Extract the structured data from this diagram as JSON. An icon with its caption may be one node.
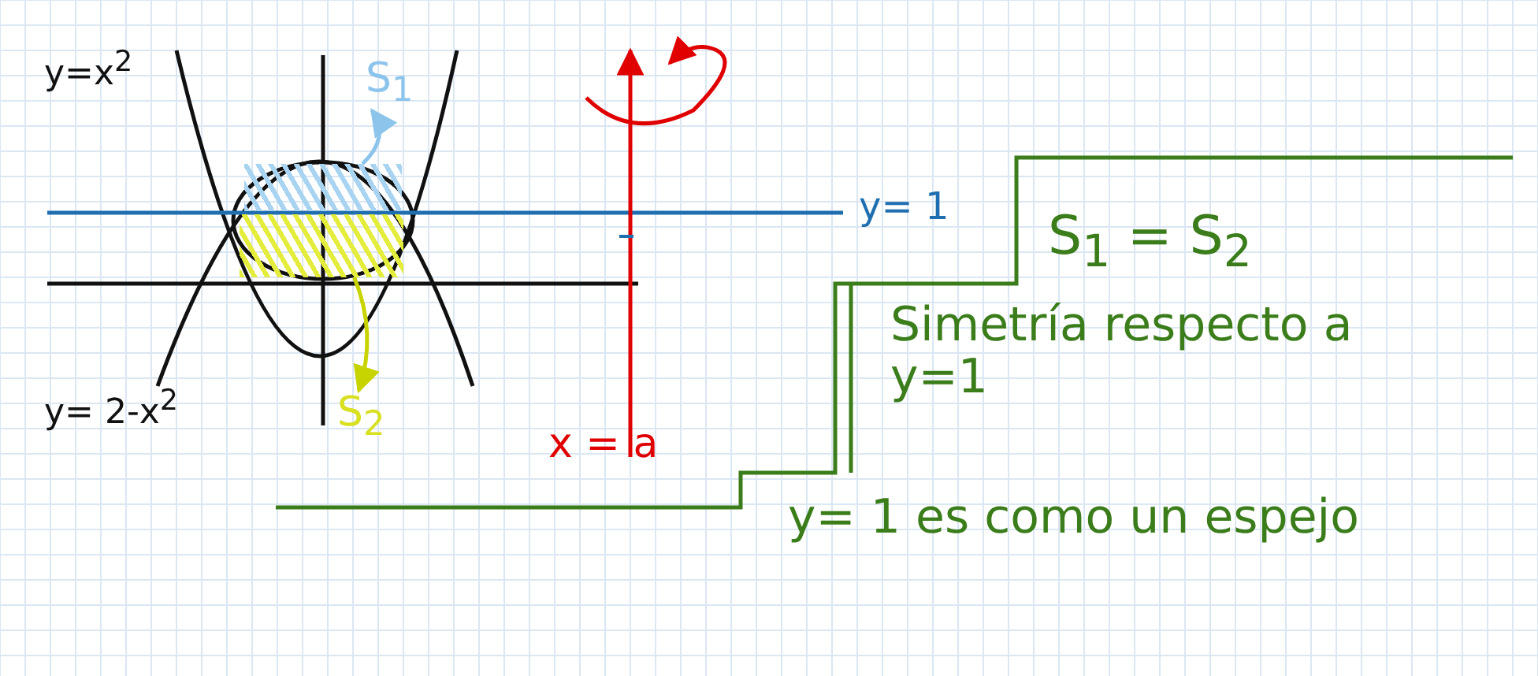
{
  "diagram": {
    "nodes": [
      {
        "text": [
          "S$_{1}$"
        ]
      },
      {
        "text": [],
        "shape": "region"
      },
      {
        "text": [],
        "shape": "region"
      },
      {
        "text": [
          "S$_{2}$"
        ]
      }
    ],
    "edges": [
      {
        "from": 1,
        "to": 0,
        "arrow": "to",
        "color": "#8cc4ec"
      },
      {
        "from": 2,
        "to": 3,
        "arrow": "to",
        "color": "#c8d400"
      }
    ],
    "labels": [
      "y=x$^{2}$",
      "y= 1",
      "y= 2-x$^{2}$",
      "x = a",
      "S$_{1}$ = S$_{2}$",
      "Simetría respecto a y=1",
      "y= 1 es como un espejo"
    ]
  }
}
